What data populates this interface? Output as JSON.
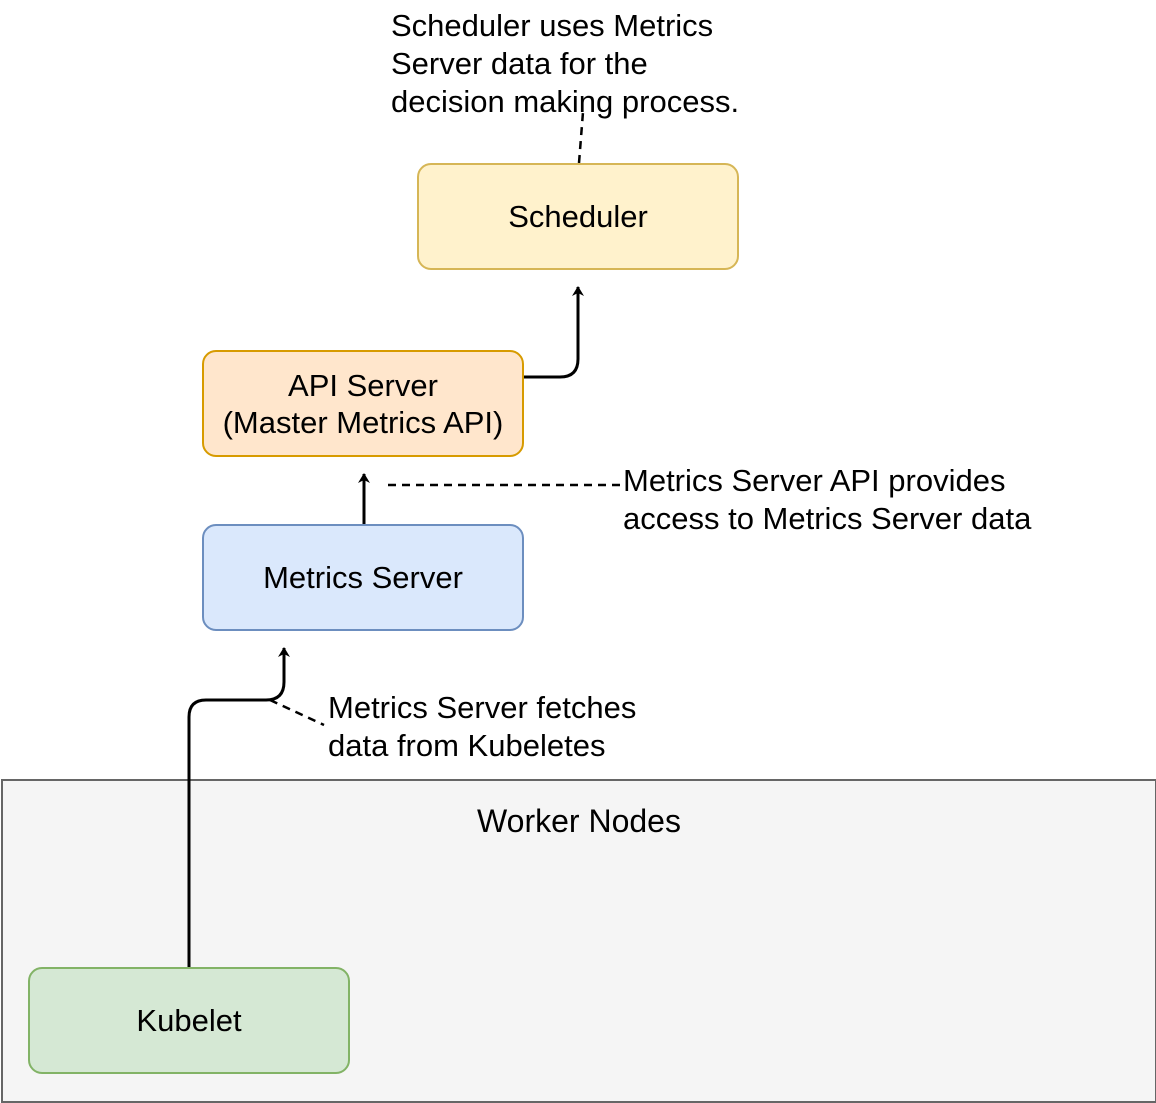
{
  "diagram": {
    "group": {
      "label": "Worker Nodes",
      "fill": "#f5f5f5",
      "stroke": "#666666"
    },
    "nodes": {
      "scheduler": {
        "lines": [
          "Scheduler"
        ],
        "fill": "#fff2cc",
        "stroke": "#d6b656"
      },
      "api_server": {
        "lines": [
          "API Server",
          "(Master Metrics API)"
        ],
        "fill": "#ffe6cc",
        "stroke": "#d79b00"
      },
      "metrics_server": {
        "lines": [
          "Metrics Server"
        ],
        "fill": "#dae8fc",
        "stroke": "#6c8ebf"
      },
      "kubelet": {
        "lines": [
          "Kubelet"
        ],
        "fill": "#d5e8d4",
        "stroke": "#82b366"
      }
    },
    "notes": {
      "scheduler_note": [
        "Scheduler uses Metrics",
        "Server data for the",
        "decision making process."
      ],
      "api_note": [
        "Metrics Server API provides",
        "access to Metrics Server data"
      ],
      "fetch_note": [
        "Metrics Server fetches",
        "data from Kubeletes"
      ]
    },
    "edges": [
      {
        "from": "kubelet",
        "to": "metrics_server",
        "style": "solid-arrow"
      },
      {
        "from": "metrics_server",
        "to": "api_server",
        "style": "solid-arrow"
      },
      {
        "from": "api_server",
        "to": "scheduler",
        "style": "solid-arrow"
      }
    ]
  }
}
